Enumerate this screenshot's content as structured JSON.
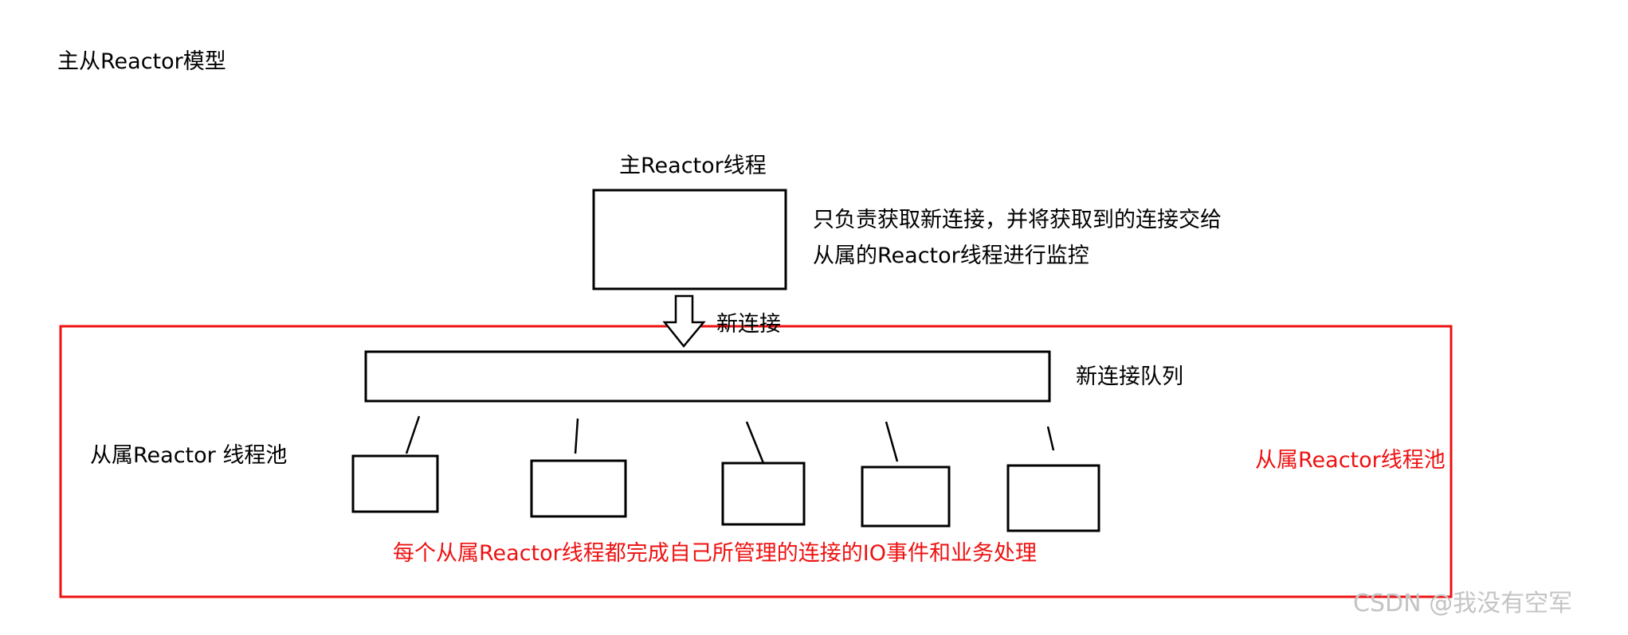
{
  "page_title": "主从Reactor模型",
  "main_reactor": {
    "label": "主Reactor线程",
    "description_line1": "只负责获取新连接，并将获取到的连接交给",
    "description_line2": "从属的Reactor线程进行监控"
  },
  "arrow_label": "新连接",
  "queue_label": "新连接队列",
  "pool_label_left": "从属Reactor 线程池",
  "pool_label_right": "从属Reactor线程池",
  "pool_caption": "每个从属Reactor线程都完成自己所管理的连接的IO事件和业务处理",
  "watermark": "CSDN @我没有空军",
  "colors": {
    "pool_border": "#ee1111",
    "pool_text": "#ee1111",
    "stroke": "#000000",
    "watermark": "#c4c4c4"
  }
}
